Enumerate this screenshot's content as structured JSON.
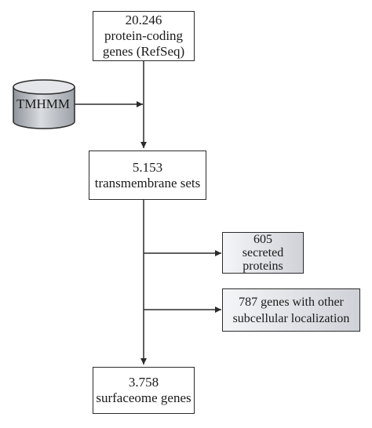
{
  "nodes": {
    "genes_total": {
      "lines": [
        "20.246",
        "protein-coding",
        "genes (RefSeq)"
      ]
    },
    "tmhmm": {
      "label": "TMHMM"
    },
    "transmembrane": {
      "lines": [
        "5.153",
        "transmembrane sets"
      ]
    },
    "secreted": {
      "lines": [
        "605",
        "secreted",
        "proteins"
      ]
    },
    "other_localization": {
      "lines": [
        "787 genes with other",
        "subcellular localization"
      ]
    },
    "surfaceome": {
      "lines": [
        "3.758",
        "surfaceome genes"
      ]
    }
  },
  "colors": {
    "line": "#2b2b2b",
    "shaded_box_start": "#f4f5f7",
    "shaded_box_end": "#cfd2d8",
    "database_fill": "#bfc3c9"
  }
}
